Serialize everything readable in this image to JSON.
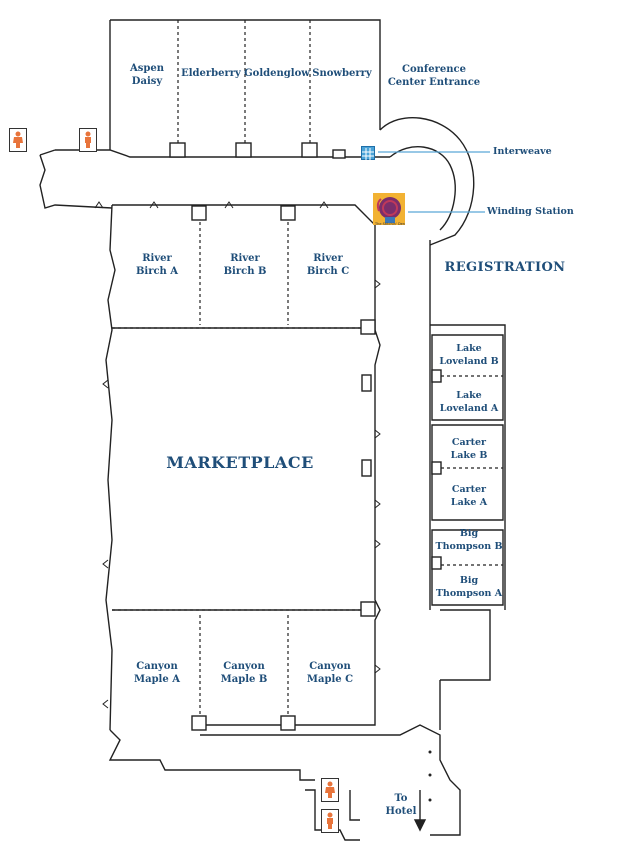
{
  "rooms": {
    "aspen_daisy": "Aspen\nDaisy",
    "elderberry": "Elderberry",
    "goldenglow": "Goldenglow",
    "snowberry": "Snowberry",
    "river_birch_a": "River\nBirch A",
    "river_birch_b": "River\nBirch B",
    "river_birch_c": "River\nBirch C",
    "marketplace": "MARKETPLACE",
    "canyon_maple_a": "Canyon\nMaple A",
    "canyon_maple_b": "Canyon\nMaple B",
    "canyon_maple_c": "Canyon\nMaple C",
    "lake_loveland_b": "Lake\nLoveland B",
    "lake_loveland_a": "Lake\nLoveland A",
    "carter_lake_b": "Carter\nLake B",
    "carter_lake_a": "Carter\nLake A",
    "big_thompson_b": "Big\nThompson B",
    "big_thompson_a": "Big\nThompson A"
  },
  "areas": {
    "conference_center_entrance": "Conference\nCenter Entrance",
    "registration": "REGISTRATION",
    "to_hotel": "To\nHotel"
  },
  "callouts": {
    "interweave": "Interweave",
    "winding_station": "Winding Station"
  },
  "logo_caption": "The Stitchin' Den",
  "icons": {
    "restroom": "restroom-icon",
    "interweave": "interweave-grid-icon",
    "winding_station": "yarn-logo-icon"
  },
  "colors": {
    "label": "#1f4e79",
    "restroom": "#e8743b",
    "interweave": "#4aa3d8",
    "callout_line": "#5aa7d6"
  }
}
